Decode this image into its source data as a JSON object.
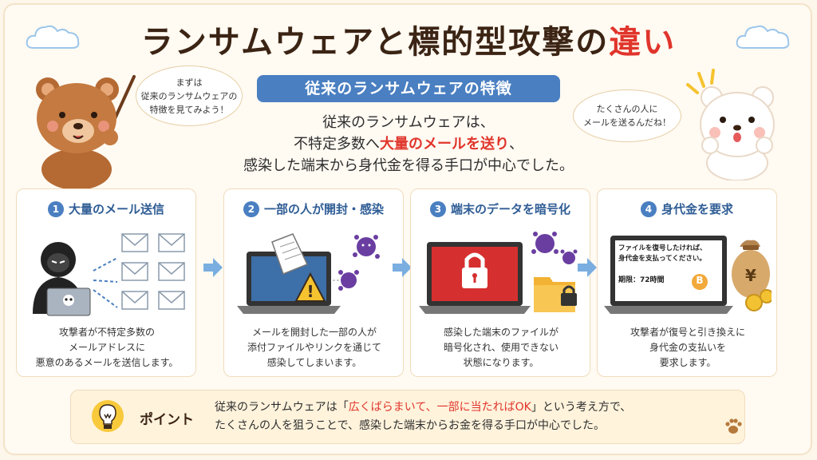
{
  "title": {
    "main": "ランサムウェアと標的型攻撃の",
    "accent": "違い"
  },
  "subtitle": "従来のランサムウェアの特徴",
  "intro": {
    "line1": "従来のランサムウェアは、",
    "line2_pre": "不特定多数へ",
    "line2_red": "大量のメールを送り",
    "line2_post": "、",
    "line3": "感染した端末から身代金を得る手口が中心でした。"
  },
  "bubble_left": {
    "line1": "まずは",
    "line2": "従来のランサムウェアの",
    "line3": "特徴を見てみよう！"
  },
  "bubble_right": {
    "line1": "たくさんの人に",
    "line2": "メールを送るんだね！"
  },
  "steps": [
    {
      "num": "1",
      "title": "大量のメール送信",
      "desc1": "攻撃者が不特定多数の",
      "desc2": "メールアドレスに",
      "desc3": "悪意のあるメールを送信します。"
    },
    {
      "num": "2",
      "title": "一部の人が開封・感染",
      "desc1": "メールを開封した一部の人が",
      "desc2": "添付ファイルやリンクを通じて",
      "desc3": "感染してしまいます。"
    },
    {
      "num": "3",
      "title": "端末のデータを暗号化",
      "desc1": "感染した端末のファイルが",
      "desc2": "暗号化され、使用できない",
      "desc3": "状態になります。"
    },
    {
      "num": "4",
      "title": "身代金を要求",
      "desc1": "攻撃者が復号と引き換えに",
      "desc2": "身代金の支払いを",
      "desc3": "要求します。"
    }
  ],
  "ransom_note": {
    "line1": "ファイルを復号したければ、",
    "line2": "身代金を支払ってください。",
    "deadline": "期限：72時間"
  },
  "money_symbol": "¥",
  "bitcoin_symbol": "B",
  "point": {
    "label": "ポイント",
    "line1_pre": "従来のランサムウェアは「",
    "line1_red": "広くばらまいて、一部に当たればOK",
    "line1_post": "」という考え方で、",
    "line2": "たくさんの人を狙うことで、感染した端末からお金を得る手口が中心でした。"
  },
  "colors": {
    "accent_red": "#e0352b",
    "brand_blue": "#4a7fc1",
    "background": "#fdf6ea"
  }
}
